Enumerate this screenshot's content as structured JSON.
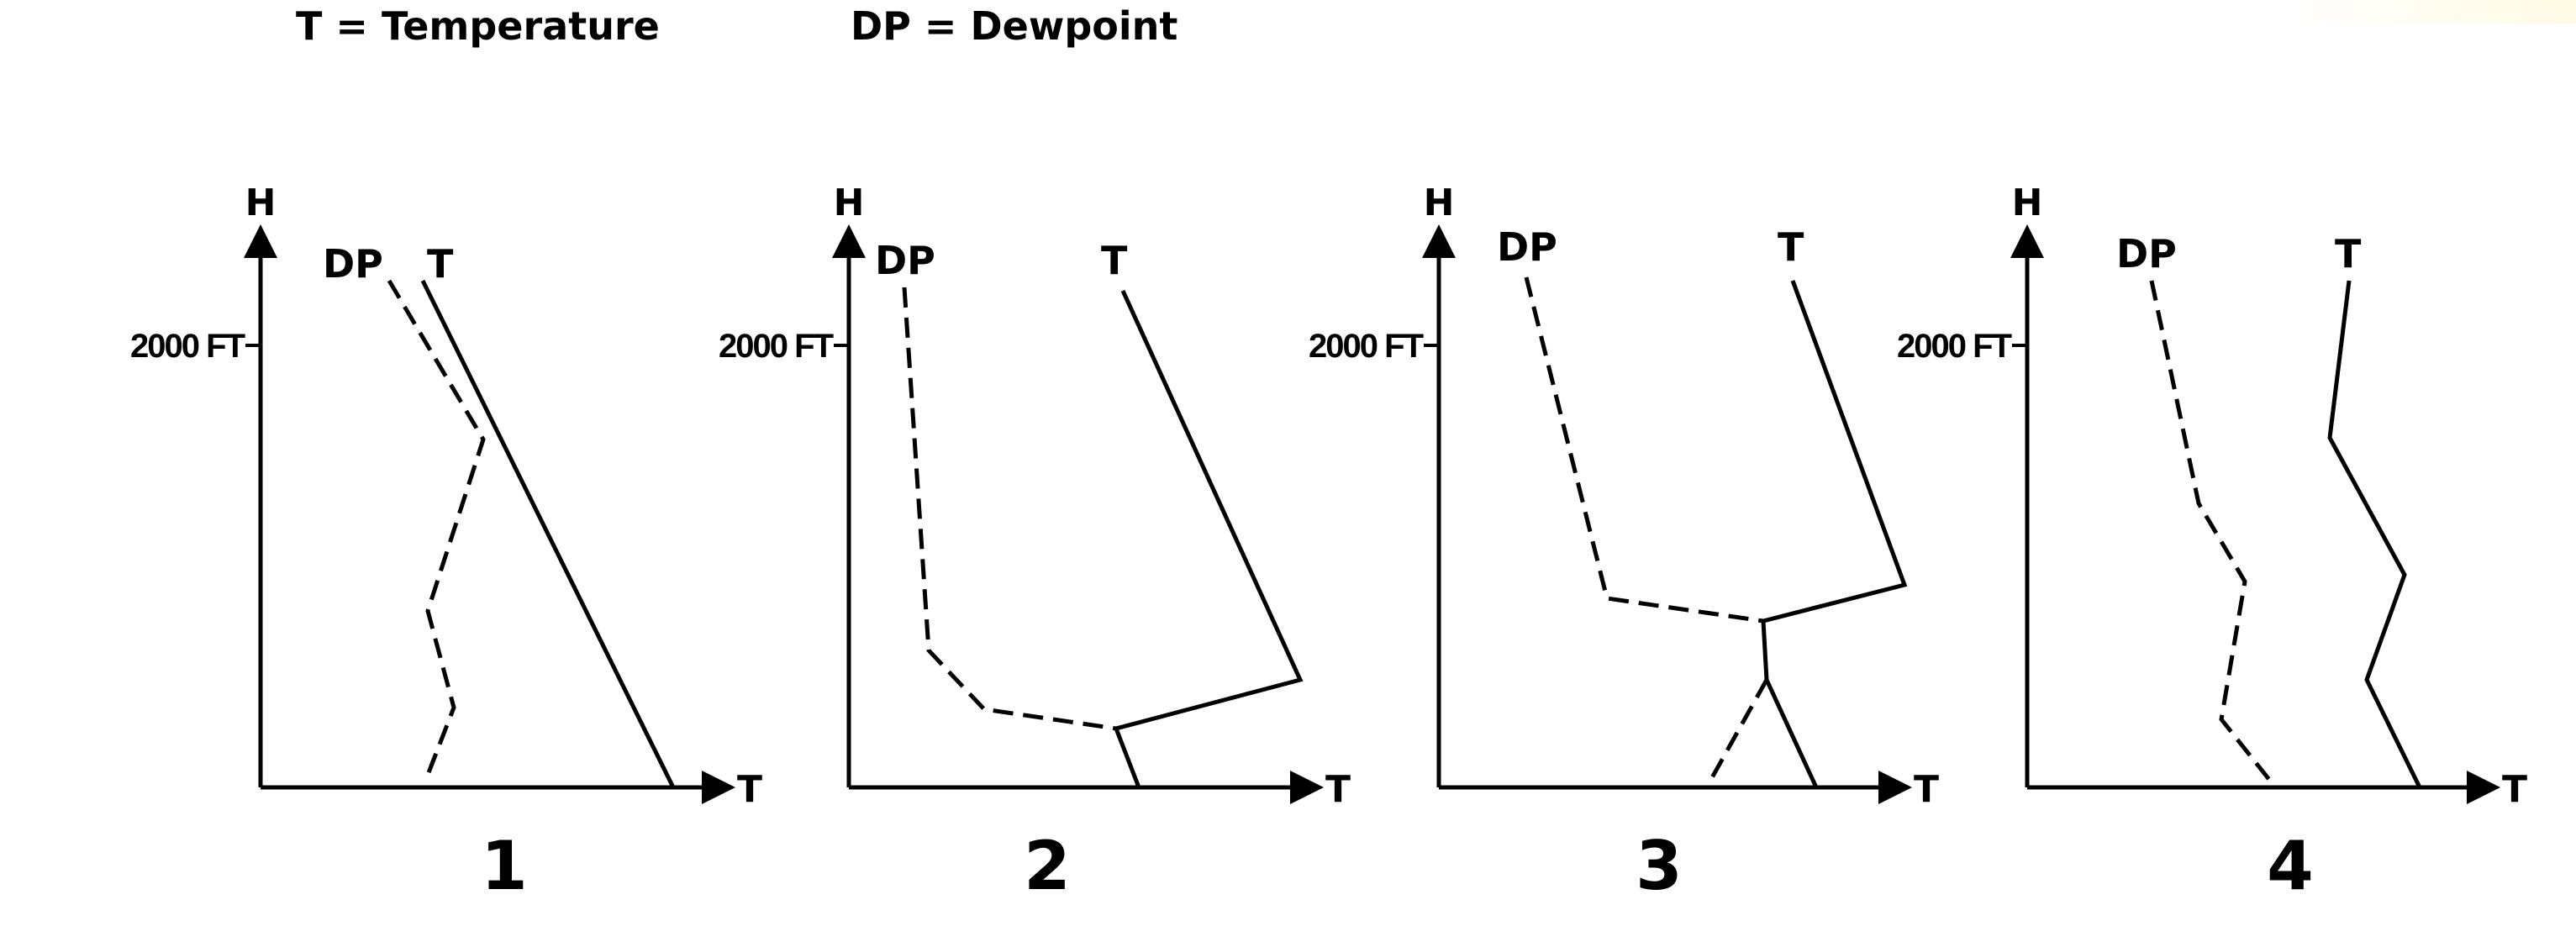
{
  "legend": {
    "temperature": "T = Temperature",
    "dewpoint": "DP = Dewpoint"
  },
  "axis_labels": {
    "vertical": "H",
    "horizontal": "T"
  },
  "tick_label": "2000 FT",
  "curve_labels": {
    "dewpoint": "DP",
    "temperature": "T"
  },
  "colors": {
    "line": "#000000",
    "background": "#ffffff"
  },
  "panels": [
    {
      "number": "1"
    },
    {
      "number": "2"
    },
    {
      "number": "3"
    },
    {
      "number": "4"
    }
  ]
}
